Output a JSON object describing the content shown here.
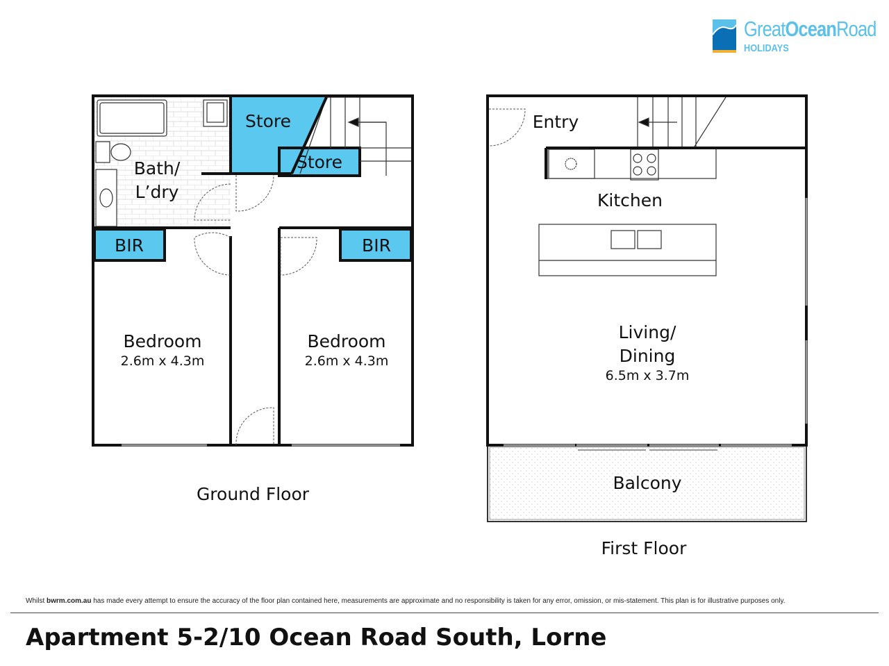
{
  "logo": {
    "part1": "Great",
    "part2": "Ocean",
    "part3": "Road",
    "sub": "HOLIDAYS"
  },
  "colors": {
    "accent_blue": "#5bc8f0",
    "logo_blue": "#5bc0ea",
    "logo_dark": "#0a6fb5",
    "logo_gold": "#f2b134"
  },
  "ground_floor": {
    "label": "Ground Floor",
    "rooms": {
      "bath": [
        "Bath/",
        "L’dry"
      ],
      "store_1": "Store",
      "store_2": "Store",
      "bir_left": "BIR",
      "bir_right": "BIR",
      "bedroom_left": {
        "name": "Bedroom",
        "dim": "2.6m x 4.3m"
      },
      "bedroom_right": {
        "name": "Bedroom",
        "dim": "2.6m x 4.3m"
      }
    }
  },
  "first_floor": {
    "label": "First Floor",
    "rooms": {
      "entry": "Entry",
      "kitchen": "Kitchen",
      "living": {
        "name": [
          "Living/",
          "Dining"
        ],
        "dim": "6.5m x 3.7m"
      },
      "balcony": "Balcony"
    }
  },
  "disclaimer": {
    "pre": "Whilst ",
    "site": "bwrm.com.au",
    "post": " has made every attempt to ensure the accuracy of the floor plan contained here, measurements are approximate and no responsibility is taken for any error, omission, or mis-statement. This plan is for illustrative purposes only."
  },
  "title": "Apartment 5-2/10 Ocean Road South, Lorne"
}
